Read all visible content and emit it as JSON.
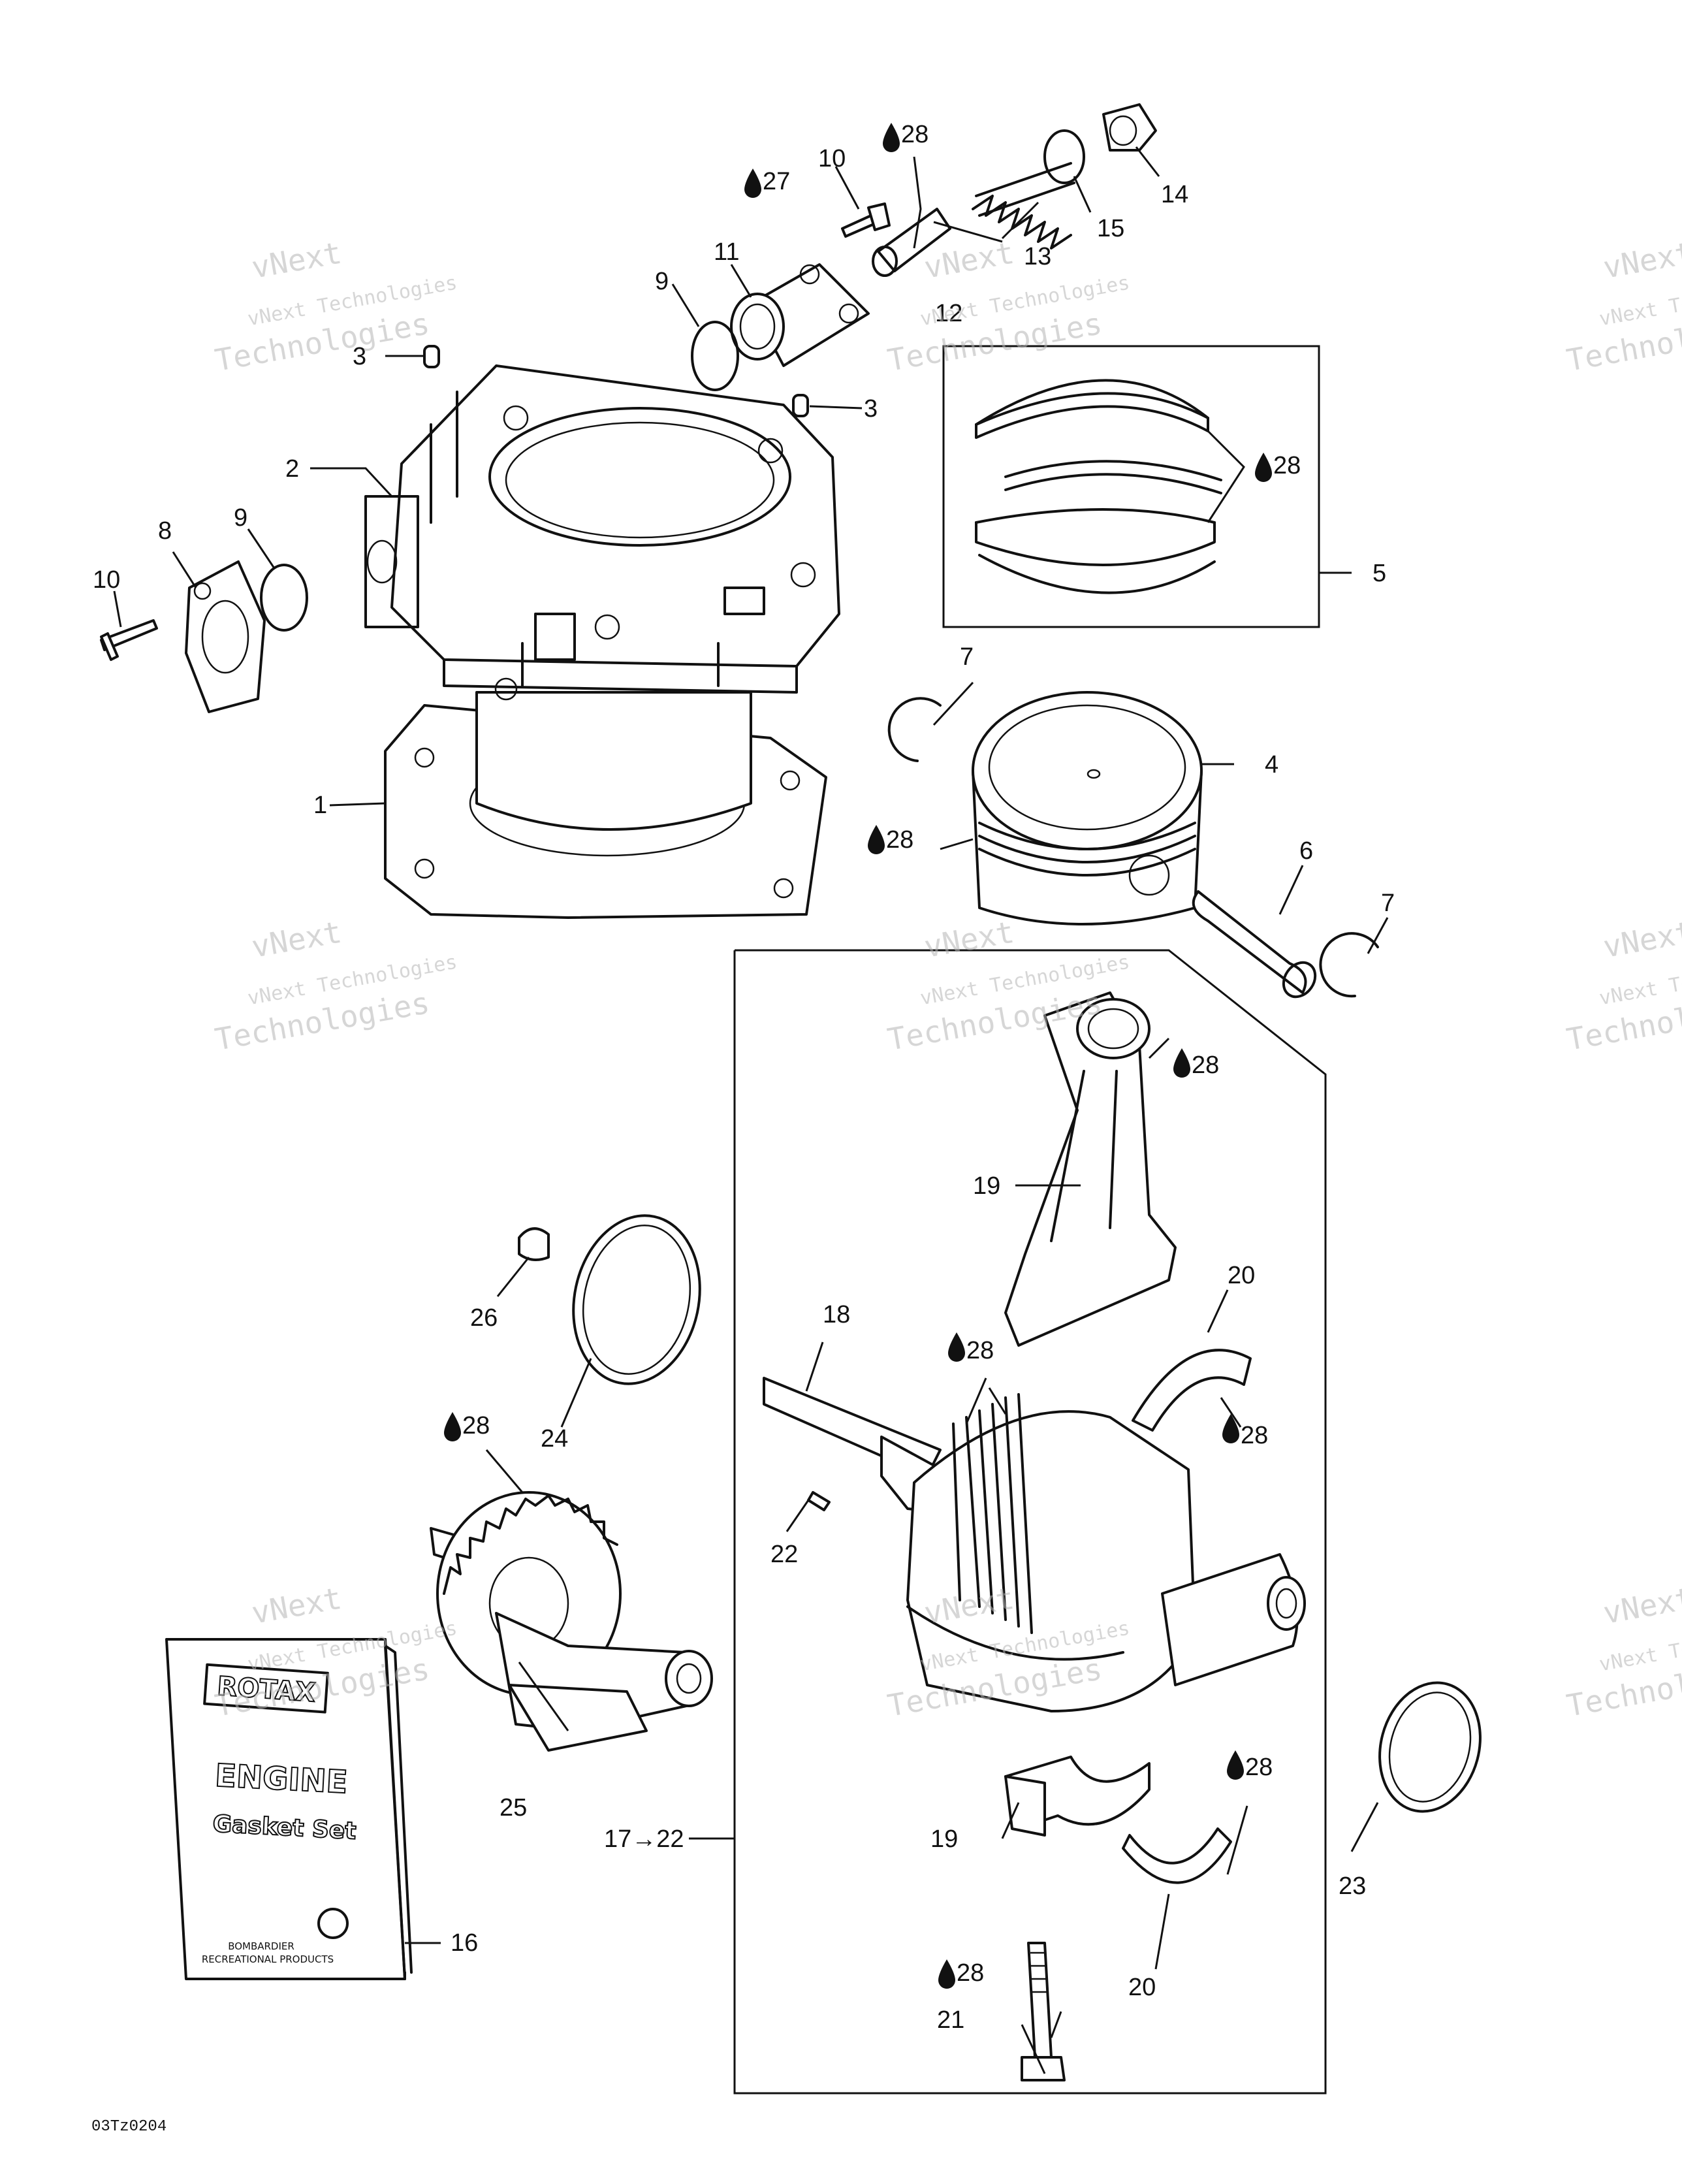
{
  "watermark": {
    "line1": "vNext",
    "line2": "vNext Technologies",
    "line3": "Technologies"
  },
  "callouts": {
    "c1": "1",
    "c2": "2",
    "c3a": "3",
    "c3b": "3",
    "c4": "4",
    "c5": "5",
    "c6": "6",
    "c7a": "7",
    "c7b": "7",
    "c8": "8",
    "c9a": "9",
    "c9b": "9",
    "c10a": "10",
    "c10b": "10",
    "c11": "11",
    "c12": "12",
    "c13": "13",
    "c14": "14",
    "c15": "15",
    "c16": "16",
    "c17_22": "17→22",
    "c18": "18",
    "c19a": "19",
    "c19b": "19",
    "c20a": "20",
    "c20b": "20",
    "c21": "21",
    "c22": "22",
    "c23": "23",
    "c24": "24",
    "c25": "25",
    "c26": "26"
  },
  "lube": {
    "l27": "27",
    "l28_valve": "28",
    "l28_rings": "28",
    "l28_piston": "28",
    "l28_rod": "28",
    "l28_crank": "28",
    "l28_bearing_upper": "28",
    "l28_bearing_lower": "28",
    "l28_balancer": "28",
    "l28_bolt": "28"
  },
  "gasket_book": {
    "brand": "ROTAX",
    "title_line1": "ENGINE",
    "title_line2": "Gasket Set",
    "maker_line1": "BOMBARDIER",
    "maker_line2": "RECREATIONAL PRODUCTS"
  },
  "footer_code": "03Tz0204",
  "colors": {
    "ink": "#111111",
    "watermark": "#b5b5b5",
    "background": "#ffffff"
  }
}
